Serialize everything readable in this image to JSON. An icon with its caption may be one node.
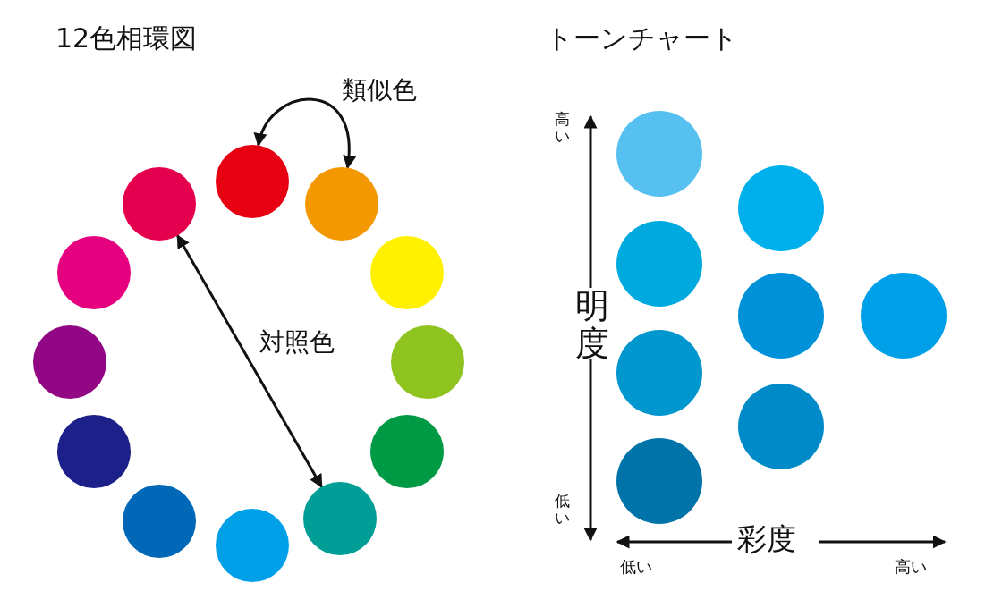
{
  "diagram": {
    "nodes": [
      {
        "text": [],
        "shape": "circle"
      },
      {
        "text": [],
        "shape": "circle"
      },
      {
        "text": [],
        "shape": "circle"
      },
      {
        "text": [],
        "shape": "circle"
      },
      {
        "text": [],
        "shape": "circle"
      },
      {
        "text": [],
        "shape": "circle"
      },
      {
        "text": [],
        "shape": "circle"
      },
      {
        "text": [],
        "shape": "circle"
      },
      {
        "text": [],
        "shape": "circle"
      },
      {
        "text": [],
        "shape": "circle"
      },
      {
        "text": [],
        "shape": "circle"
      },
      {
        "text": [],
        "shape": "circle"
      },
      {
        "text": [],
        "shape": "circle"
      },
      {
        "text": [],
        "shape": "circle"
      },
      {
        "text": [],
        "shape": "circle"
      },
      {
        "text": [],
        "shape": "circle"
      },
      {
        "text": [],
        "shape": "circle"
      },
      {
        "text": [],
        "shape": "circle"
      },
      {
        "text": [],
        "shape": "circle"
      },
      {
        "text": [],
        "shape": "circle"
      }
    ],
    "edges": [
      {
        "from": 0,
        "to": 1,
        "arrow": "both",
        "label": "類似色"
      },
      {
        "from": 11,
        "to": 5,
        "arrow": "both",
        "label": "対照色"
      }
    ],
    "labels": [
      "12色相環図",
      "トーンチャート",
      "高い",
      "明度",
      "低い",
      "彩度",
      "低い",
      "高い"
    ]
  }
}
